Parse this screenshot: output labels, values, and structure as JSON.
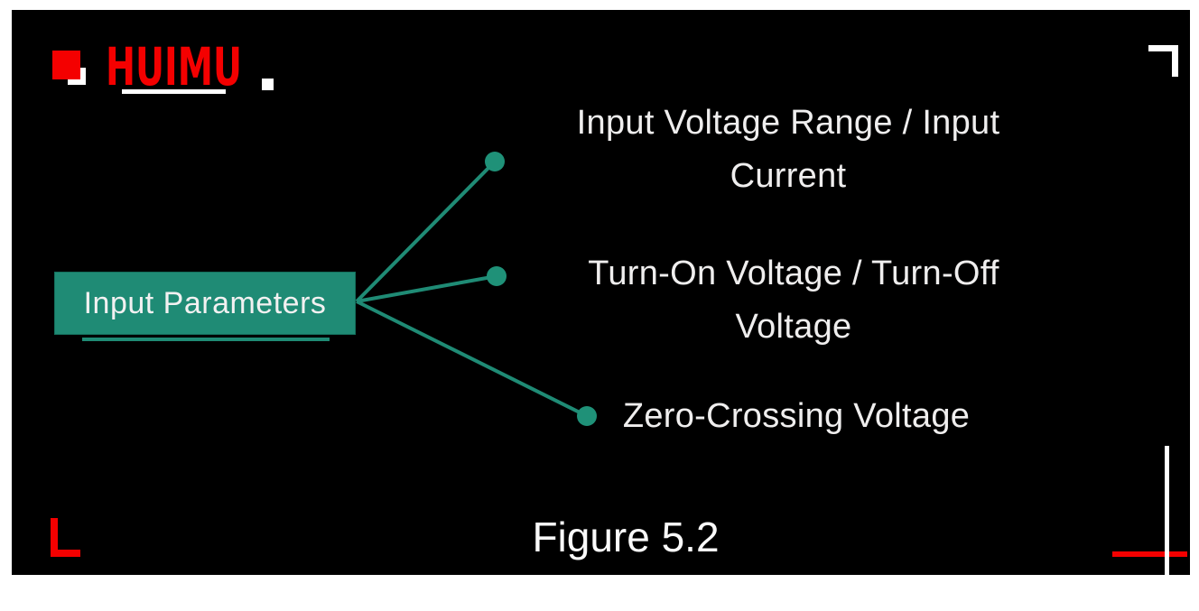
{
  "brand": {
    "name": "HUIMU"
  },
  "diagram": {
    "root": {
      "label": "Input Parameters"
    },
    "branches": [
      {
        "label": "Input Voltage Range / Input Current"
      },
      {
        "label": "Turn-On Voltage / Turn-Off Voltage"
      },
      {
        "label": "Zero-Crossing Voltage"
      }
    ]
  },
  "caption": {
    "text": "Figure 5.2"
  },
  "colors": {
    "background": "#000000",
    "page_margin": "#ffffff",
    "teal": "#1f8b75",
    "red": "#f40000",
    "text_white": "#efeeee"
  }
}
